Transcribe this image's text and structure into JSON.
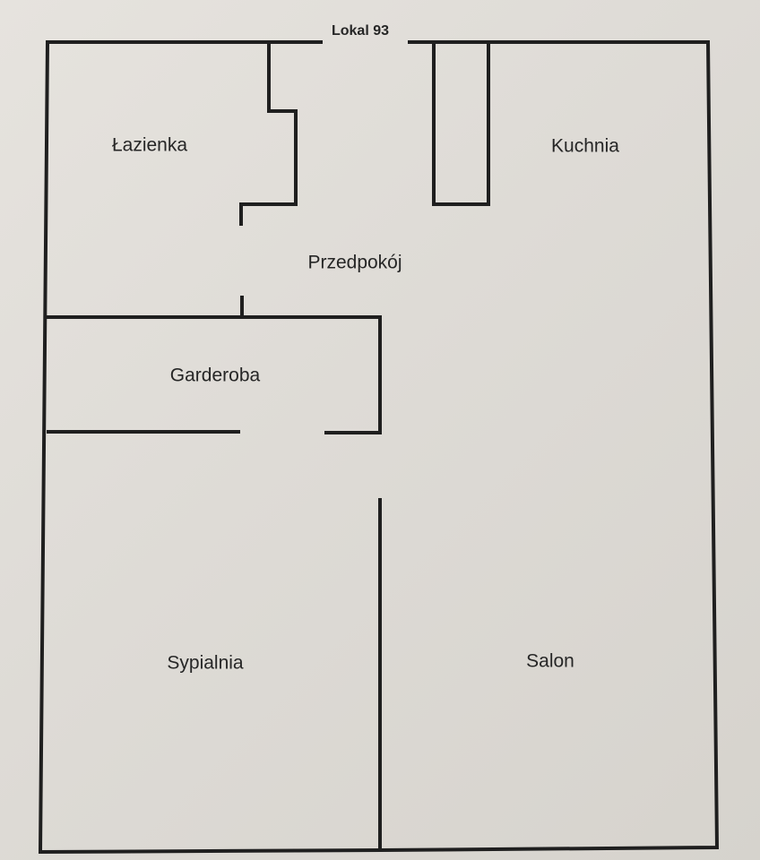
{
  "plan": {
    "title": "Lokal 93",
    "rooms": {
      "bathroom": "Łazienka",
      "kitchen": "Kuchnia",
      "hallway": "Przedpokój",
      "wardrobe": "Garderoba",
      "bedroom": "Sypialnia",
      "living_room": "Salon"
    }
  },
  "colors": {
    "wall": "#1f1f1f",
    "paper": "#e0ddd8",
    "text": "#262626"
  }
}
